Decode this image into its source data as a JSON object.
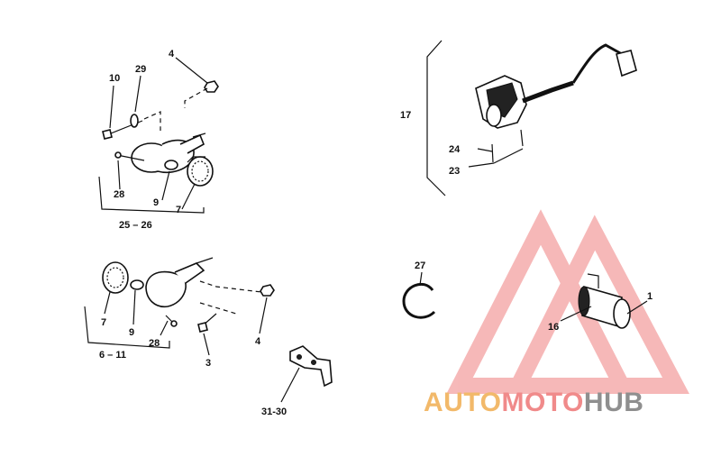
{
  "diagram": {
    "callouts": {
      "c10": "10",
      "c29": "29",
      "c4_top": "4",
      "c28_top": "28",
      "c9_top": "9",
      "c7_top": "7",
      "c25_26": "25 – 26",
      "c17": "17",
      "c24": "24",
      "c23": "23",
      "c7_bottom": "7",
      "c9_bottom": "9",
      "c28_bottom": "28",
      "c6_11": "6 – 11",
      "c3": "3",
      "c4_bottom": "4",
      "c31_30": "31-30",
      "c27": "27",
      "c16": "16",
      "c1": "1"
    }
  },
  "watermark": {
    "word_auto": "AUTO",
    "word_moto": "MOTO",
    "word_hub": "HUB",
    "colors": {
      "auto": "#f2b96a",
      "moto": "#f08a8a",
      "hub": "#8f8f8f",
      "triangle": "#f2a0a0"
    }
  }
}
